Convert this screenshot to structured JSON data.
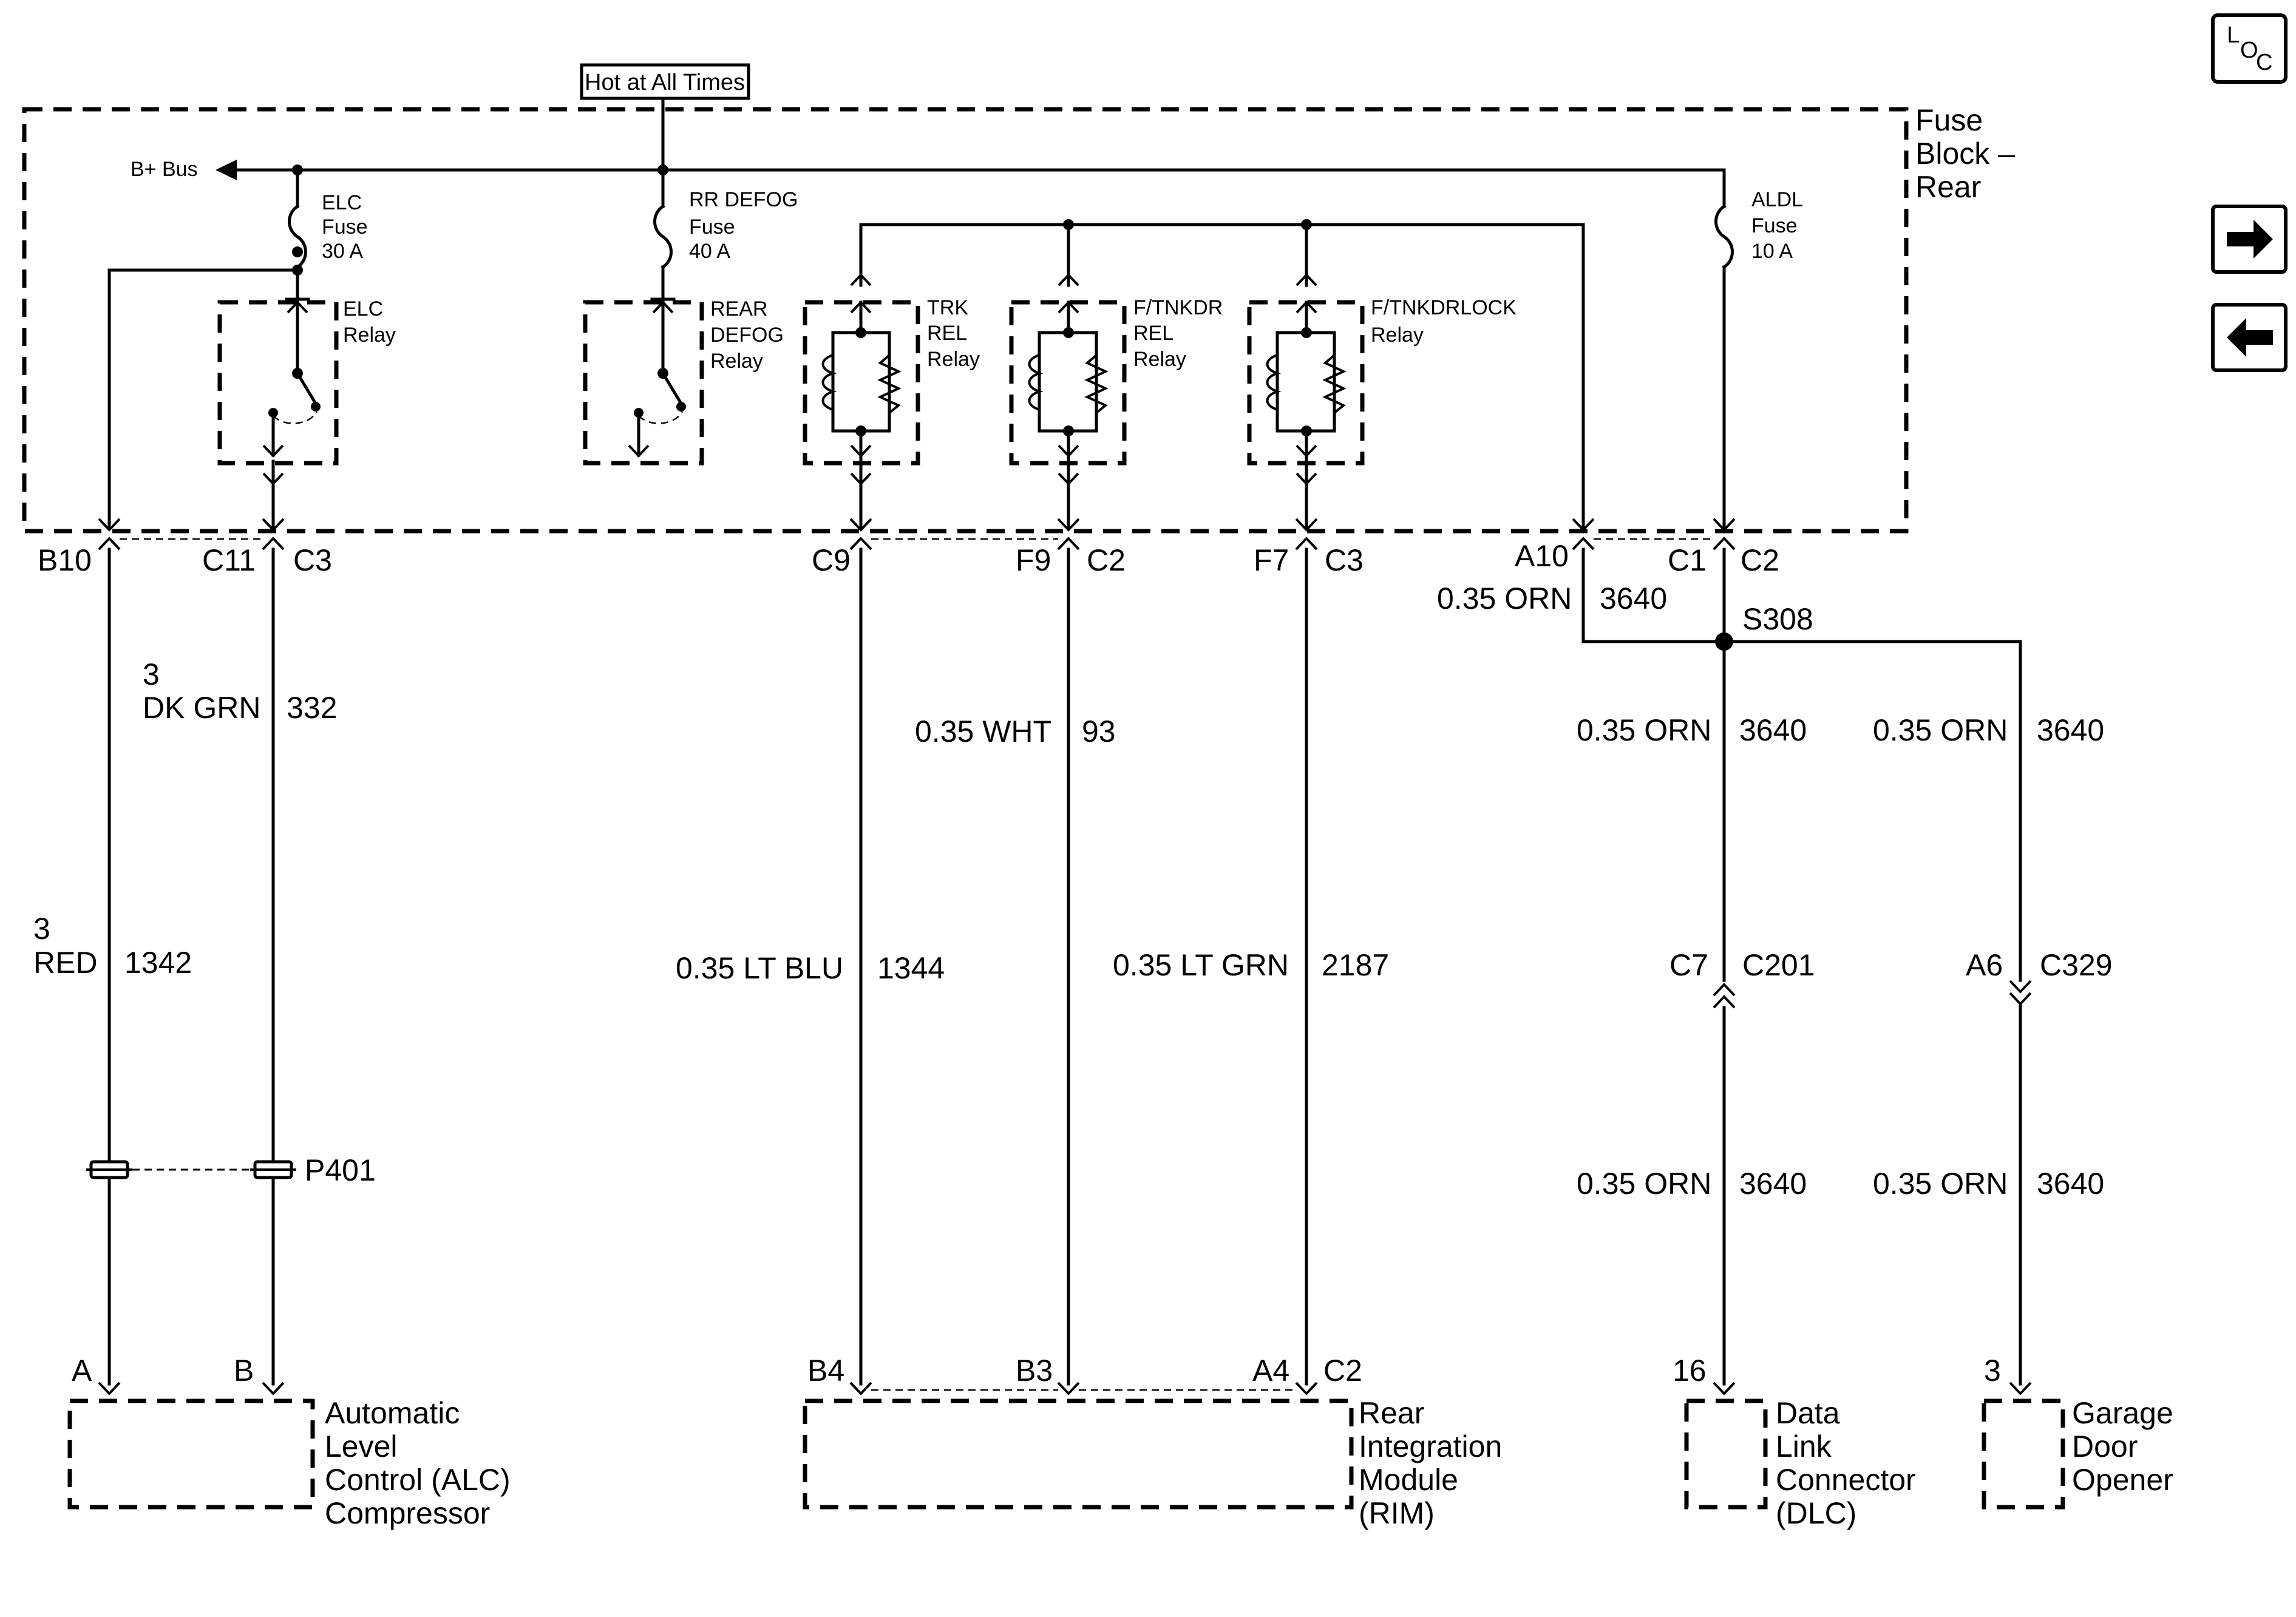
{
  "hot_label": "Hot at All Times",
  "fuse_block_label": [
    "Fuse",
    "Block –",
    "Rear"
  ],
  "b_plus_bus": "B+ Bus",
  "fuses": {
    "elc": [
      "ELC",
      "Fuse",
      "30 A"
    ],
    "rr_defog": [
      "RR DEFOG",
      "Fuse",
      "40 A"
    ],
    "aldl": [
      "ALDL",
      "Fuse",
      "10 A"
    ]
  },
  "relays": {
    "elc": [
      "ELC",
      "Relay"
    ],
    "rear_defog": [
      "REAR",
      "DEFOG",
      "Relay"
    ],
    "trk": [
      "TRK",
      "REL",
      "Relay"
    ],
    "ftnkdr": [
      "F/TNKDR",
      "REL",
      "Relay"
    ],
    "ftnkdrlock": [
      "F/TNKDRLOCK",
      "Relay"
    ]
  },
  "terminals": {
    "b10": "B10",
    "c11": "C11",
    "c3a": "C3",
    "c9": "C9",
    "f9": "F9",
    "c2a": "C2",
    "f7": "F7",
    "c3b": "C3",
    "a10": "A10",
    "c1": "C1",
    "c2b": "C2"
  },
  "wires": {
    "w332_gauge": "3",
    "w332_color": "DK GRN",
    "w332_circuit": "332",
    "w1342_gauge": "3",
    "w1342_color": "RED",
    "w1342_circuit": "1342",
    "w1344_color": "0.35 LT BLU",
    "w1344_circuit": "1344",
    "w93_color": "0.35 WHT",
    "w93_circuit": "93",
    "w2187_color": "0.35 LT GRN",
    "w2187_circuit": "2187",
    "w3640_a10_color": "0.35 ORN",
    "w3640_a10_circuit": "3640",
    "w3640_dlc_color": "0.35 ORN",
    "w3640_dlc_circuit": "3640",
    "w3640_gdo_color": "0.35 ORN",
    "w3640_gdo_circuit": "3640",
    "w3640_dlc2_color": "0.35 ORN",
    "w3640_dlc2_circuit": "3640",
    "w3640_gdo2_color": "0.35 ORN",
    "w3640_gdo2_circuit": "3640"
  },
  "splice": "S308",
  "inline_connectors": {
    "c7": "C7",
    "c201": "C201",
    "a6": "A6",
    "c329": "C329",
    "p401": "P401"
  },
  "component_pins": {
    "a": "A",
    "b": "B",
    "b4": "B4",
    "b3": "B3",
    "a4": "A4",
    "c2": "C2",
    "p16": "16",
    "p3": "3"
  },
  "components": {
    "alc": [
      "Automatic",
      "Level",
      "Control (ALC)",
      "Compressor"
    ],
    "rim": [
      "Rear",
      "Integration",
      "Module",
      "(RIM)"
    ],
    "dlc": [
      "Data",
      "Link",
      "Connector",
      "(DLC)"
    ],
    "gdo": [
      "Garage",
      "Door",
      "Opener"
    ]
  },
  "nav": {
    "loc_letters": [
      "L",
      "O",
      "C"
    ]
  }
}
